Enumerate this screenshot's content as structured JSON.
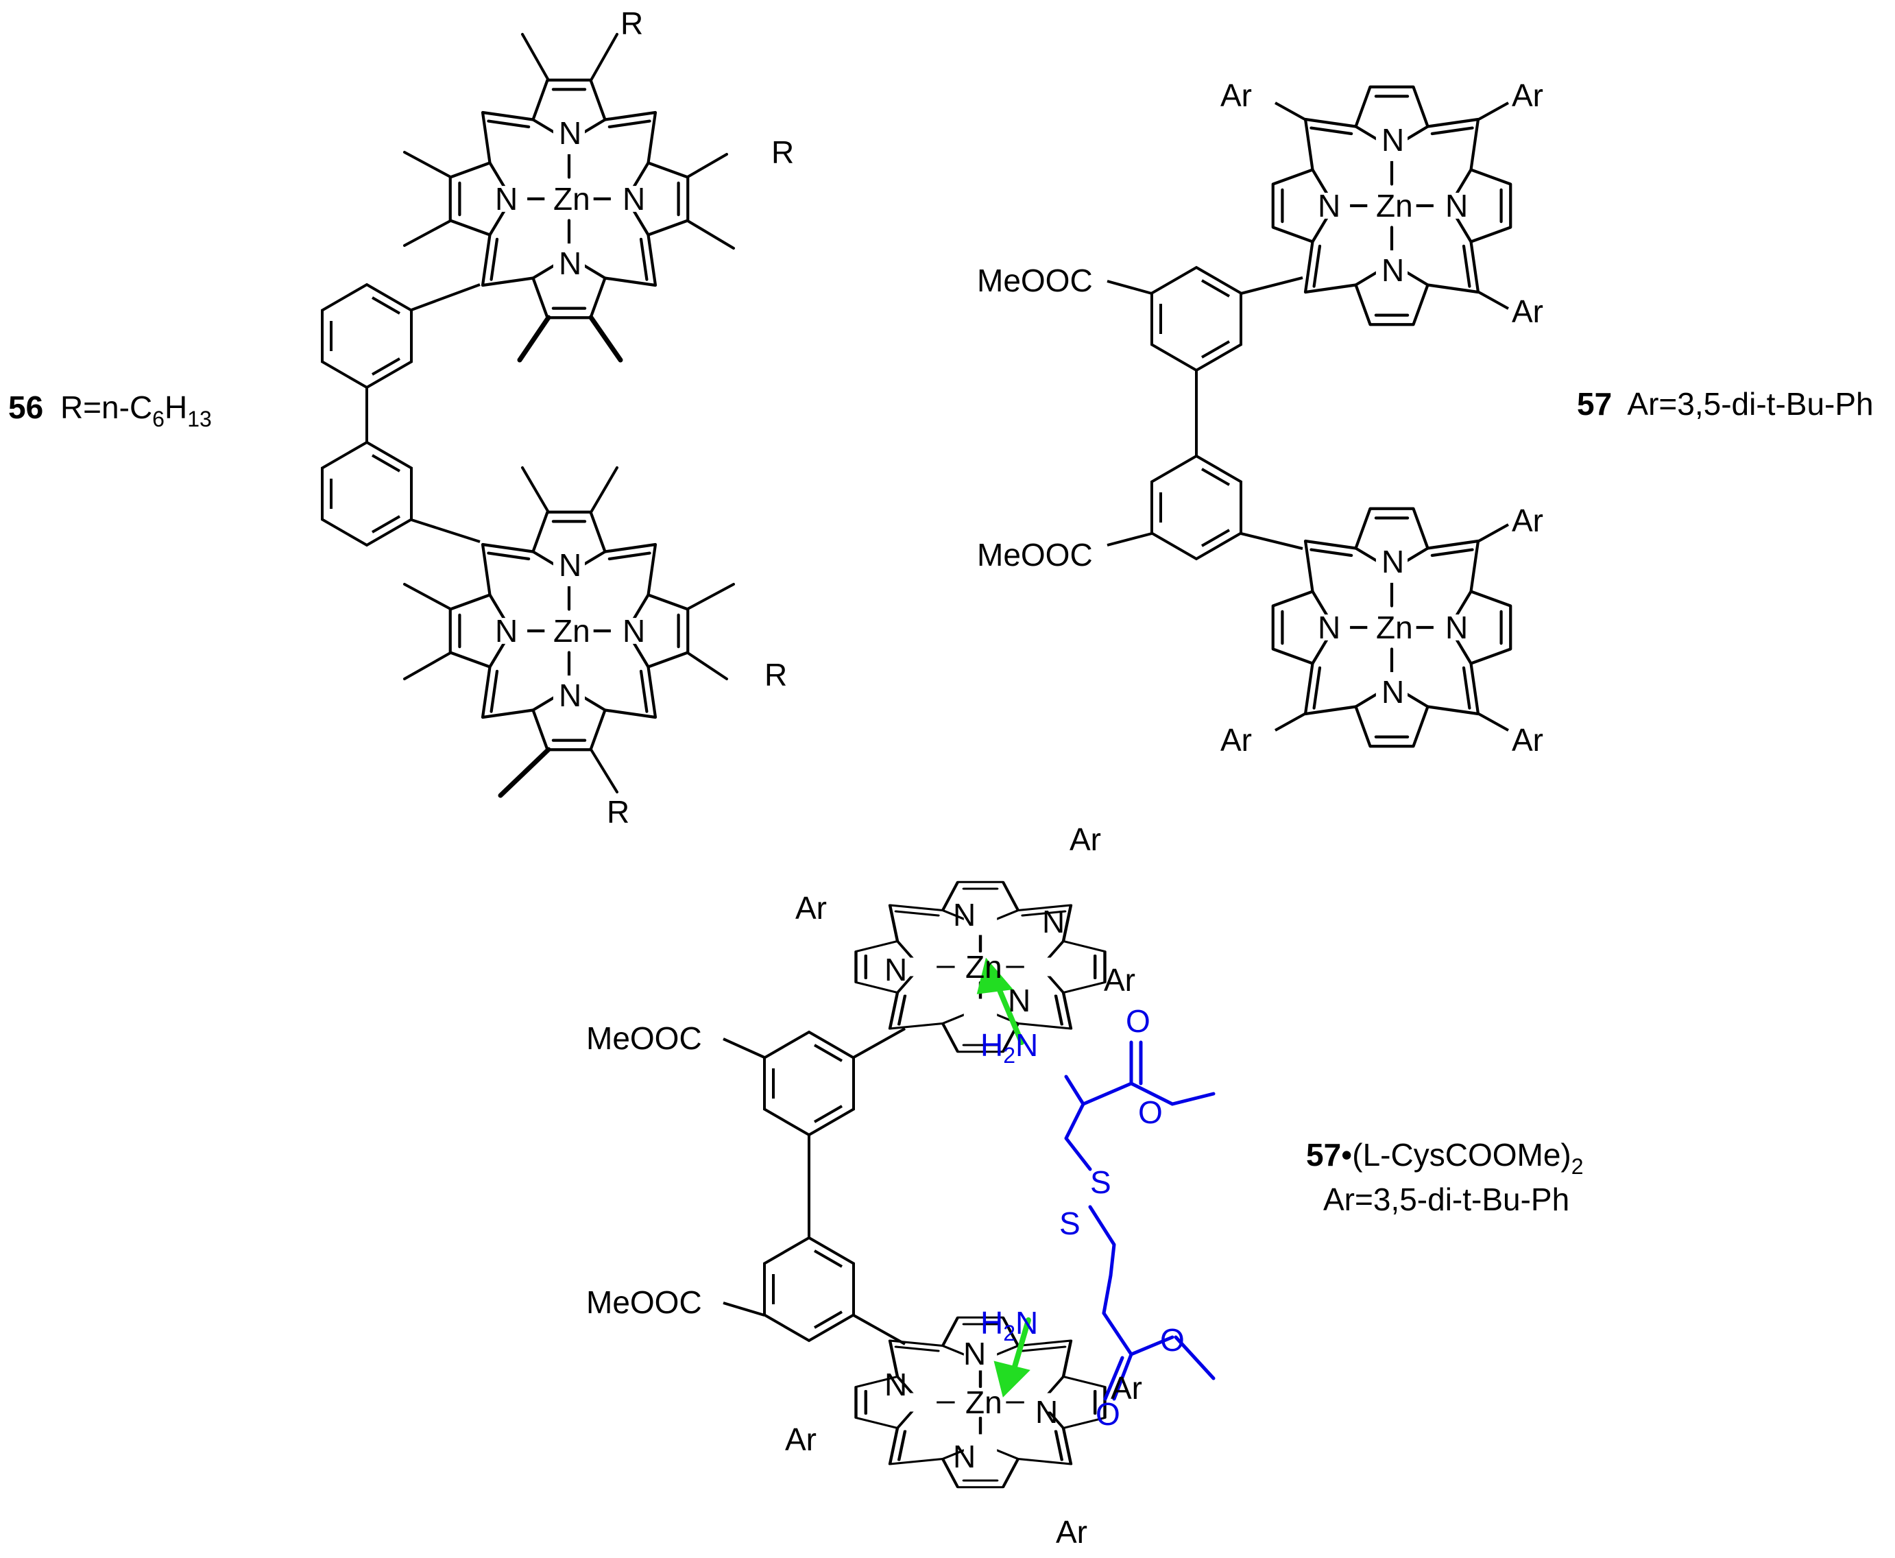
{
  "compound_56": {
    "number": "56",
    "label_prefix": "R=n-C",
    "sub1": "6",
    "mid": "H",
    "sub2": "13",
    "substituent": "R"
  },
  "compound_57": {
    "number": "57",
    "label": "Ar=3,5-di-t-Bu-Ph",
    "ester": "MeOOC",
    "aryl": "Ar"
  },
  "complex": {
    "number": "57",
    "bullet": "•",
    "guest": "(L-CysCOOMe)",
    "guest_sub": "2",
    "label": "Ar=3,5-di-t-Bu-Ph",
    "amine_h": "H",
    "amine_sub": "2",
    "amine_n": "N",
    "sulfur": "S",
    "oxygen": "O"
  },
  "atoms": {
    "zinc": "Zn",
    "nitrogen": "N"
  },
  "colors": {
    "bonds": "#000000",
    "guest": "#0000e6",
    "coordination_arrow": "#22dd22"
  }
}
